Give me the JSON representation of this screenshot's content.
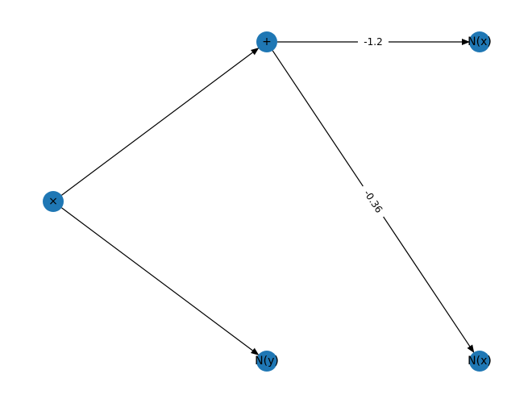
{
  "graph": {
    "node_color": "#1f77b4",
    "nodes": [
      {
        "id": "mul",
        "label": "×"
      },
      {
        "id": "add",
        "label": "+"
      },
      {
        "id": "nx1",
        "label": "N(x)"
      },
      {
        "id": "ny",
        "label": "N(y)"
      },
      {
        "id": "nx2",
        "label": "N(x)"
      }
    ],
    "edges": [
      {
        "source": "mul",
        "target": "add",
        "label": ""
      },
      {
        "source": "mul",
        "target": "ny",
        "label": ""
      },
      {
        "source": "add",
        "target": "nx1",
        "label": "-1.2"
      },
      {
        "source": "add",
        "target": "nx2",
        "label": "-0.36"
      }
    ]
  }
}
